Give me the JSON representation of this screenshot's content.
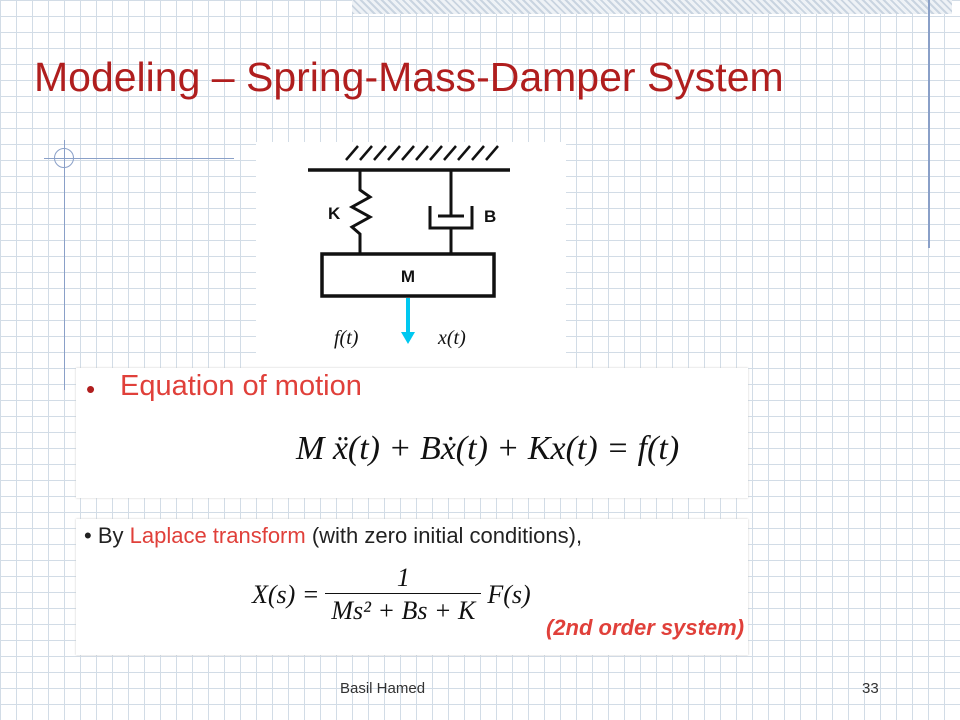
{
  "slide": {
    "title": "Modeling – Spring-Mass-Damper System",
    "footer_author": "Basil Hamed",
    "page_number": "33"
  },
  "diagram": {
    "spring_label": "K",
    "damper_label": "B",
    "mass_label": "M",
    "force_label": "f(t)",
    "displacement_label": "x(t)",
    "arrow_color": "#00c8f0"
  },
  "equation_of_motion": {
    "bullet": "•",
    "heading": "Equation of motion",
    "formula": "M  ẍ(t) + Bẋ(t) + Kx(t) = f(t)"
  },
  "laplace": {
    "bullet": "•",
    "text_before": "By ",
    "highlight": "Laplace transform",
    "text_after": " (with zero initial conditions),",
    "lhs": "X(s) =",
    "numerator": "1",
    "denominator": "Ms² + Bs + K",
    "rhs": "F(s)",
    "note": "(2nd order system)"
  },
  "colors": {
    "title": "#b01e1e",
    "highlight": "#e0403a",
    "grid": "#d2dce6"
  }
}
